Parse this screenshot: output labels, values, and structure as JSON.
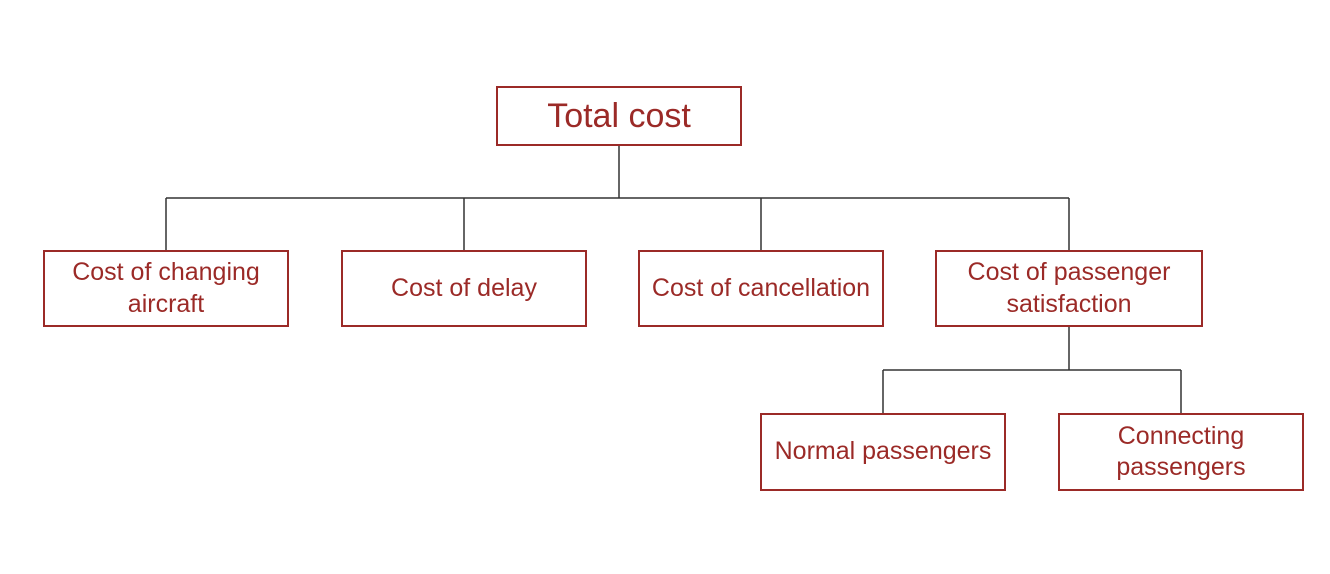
{
  "diagram": {
    "root": {
      "label": "Total cost"
    },
    "level1": [
      {
        "label": "Cost of changing aircraft"
      },
      {
        "label": "Cost of delay"
      },
      {
        "label": "Cost of cancellation"
      },
      {
        "label": "Cost of passenger satisfaction"
      }
    ],
    "level2": [
      {
        "label": "Normal passengers"
      },
      {
        "label": "Connecting passengers"
      }
    ],
    "colors": {
      "node_border": "#9b2a27",
      "node_text": "#9b2a27",
      "connector": "#333333"
    }
  }
}
